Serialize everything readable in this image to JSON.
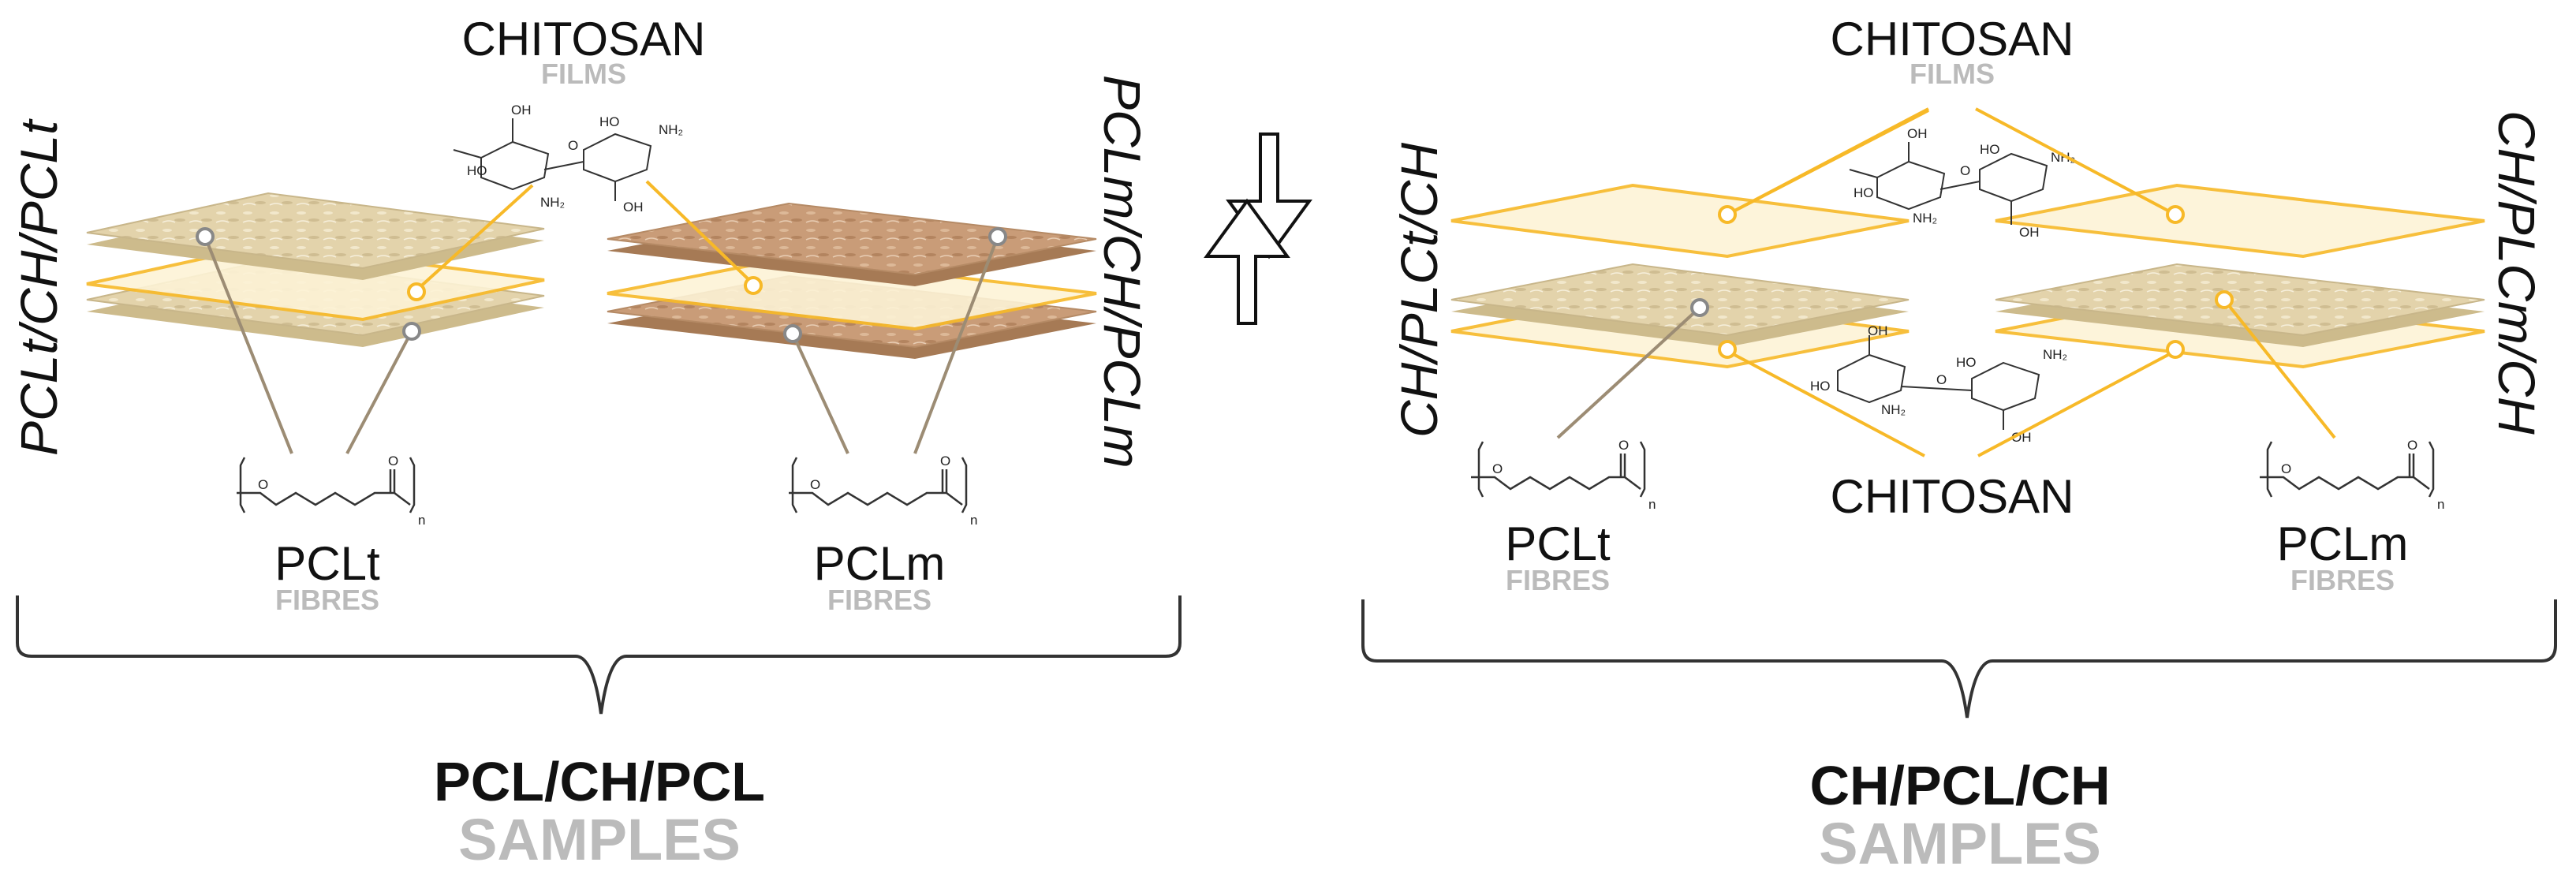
{
  "left_panel": {
    "top_label": "CHITOSAN",
    "top_sub": "FILMS",
    "vertical_left": "PCLt/CH/PCLt",
    "vertical_right": "PCLm/CH/PCLm",
    "fibre_left_label": "PCLt",
    "fibre_left_sub": "FIBRES",
    "fibre_right_label": "PCLm",
    "fibre_right_sub": "FIBRES",
    "sample_title": "PCL/CH/PCL",
    "sample_sub": "SAMPLES"
  },
  "right_panel": {
    "top_label": "CHITOSAN",
    "top_sub": "FILMS",
    "bottom_label": "CHITOSAN",
    "vertical_left": "CH/PLCt/CH",
    "vertical_right": "CH/PLCm/CH",
    "fibre_left_label": "PCLt",
    "fibre_left_sub": "FIBRES",
    "fibre_right_label": "PCLm",
    "fibre_right_sub": "FIBRES",
    "sample_title": "CH/PCL/CH",
    "sample_sub": "SAMPLES"
  },
  "chem": {
    "oh": "OH",
    "ho": "HO",
    "nh2": "NH₂",
    "o": "O",
    "n": "n"
  },
  "colors": {
    "pclt_mat": "#e3d3ab",
    "pclm_mat": "#c99c78",
    "chitosan_film": "#f7b928",
    "pointer_line": "#9c8c74",
    "bracket": "#333333"
  }
}
